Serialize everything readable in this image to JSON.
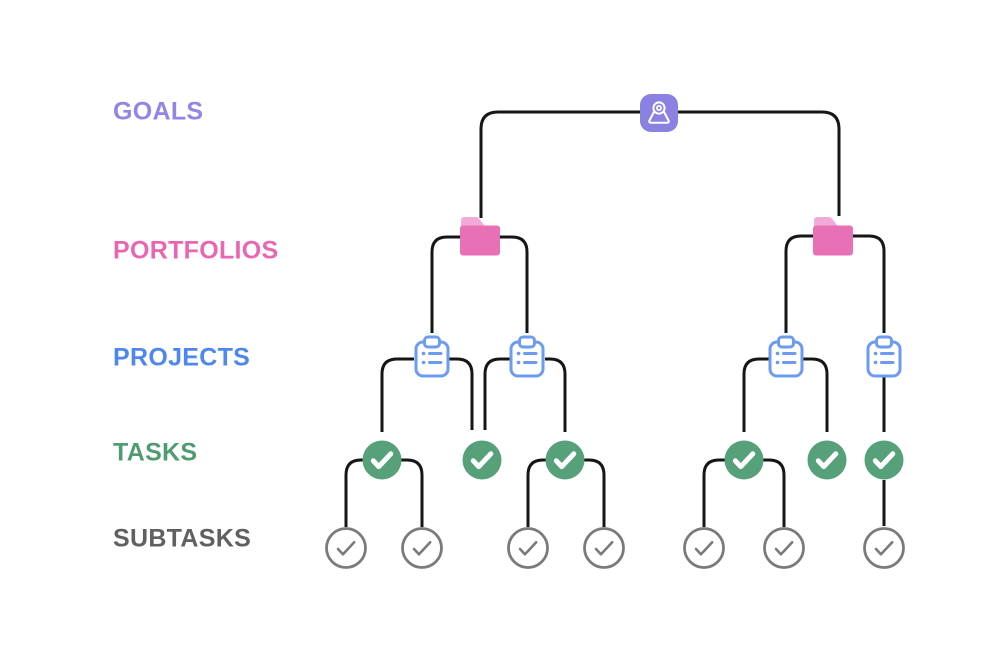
{
  "diagram": {
    "type": "hierarchy-tree",
    "description": "Work hierarchy: one goal branching to portfolios, projects, tasks and subtasks",
    "levels": [
      {
        "id": "goals",
        "label": "GOALS",
        "node_count": 1
      },
      {
        "id": "portfolios",
        "label": "PORTFOLIOS",
        "node_count": 2
      },
      {
        "id": "projects",
        "label": "PROJECTS",
        "node_count": 4
      },
      {
        "id": "tasks",
        "label": "TASKS",
        "node_count": 6
      },
      {
        "id": "subtasks",
        "label": "SUBTASKS",
        "node_count": 7
      }
    ],
    "icons": {
      "goals": "person-icon in purple rounded square",
      "portfolios": "pink folder-icon",
      "projects": "blue outlined clipboard-list-icon",
      "tasks": "solid green check-circle-icon",
      "subtasks": "gray outlined check-circle-icon"
    }
  },
  "colors": {
    "background": "#ffffff",
    "line": "#161616",
    "icon-white": "#ffffff",
    "goal-purple": "#8a81e3",
    "goal-label": "#9186e7",
    "portfolio-pink": "#e870b6",
    "portfolio-pink-light": "#f3aad9",
    "portfolio-label": "#e966b2",
    "project-blue": "#6d9af2",
    "project-label": "#4f86ef",
    "task-green": "#56a17a",
    "task-label": "#4f9c72",
    "subtask-gray": "#7b7b7b",
    "subtask-label": "#606062"
  }
}
